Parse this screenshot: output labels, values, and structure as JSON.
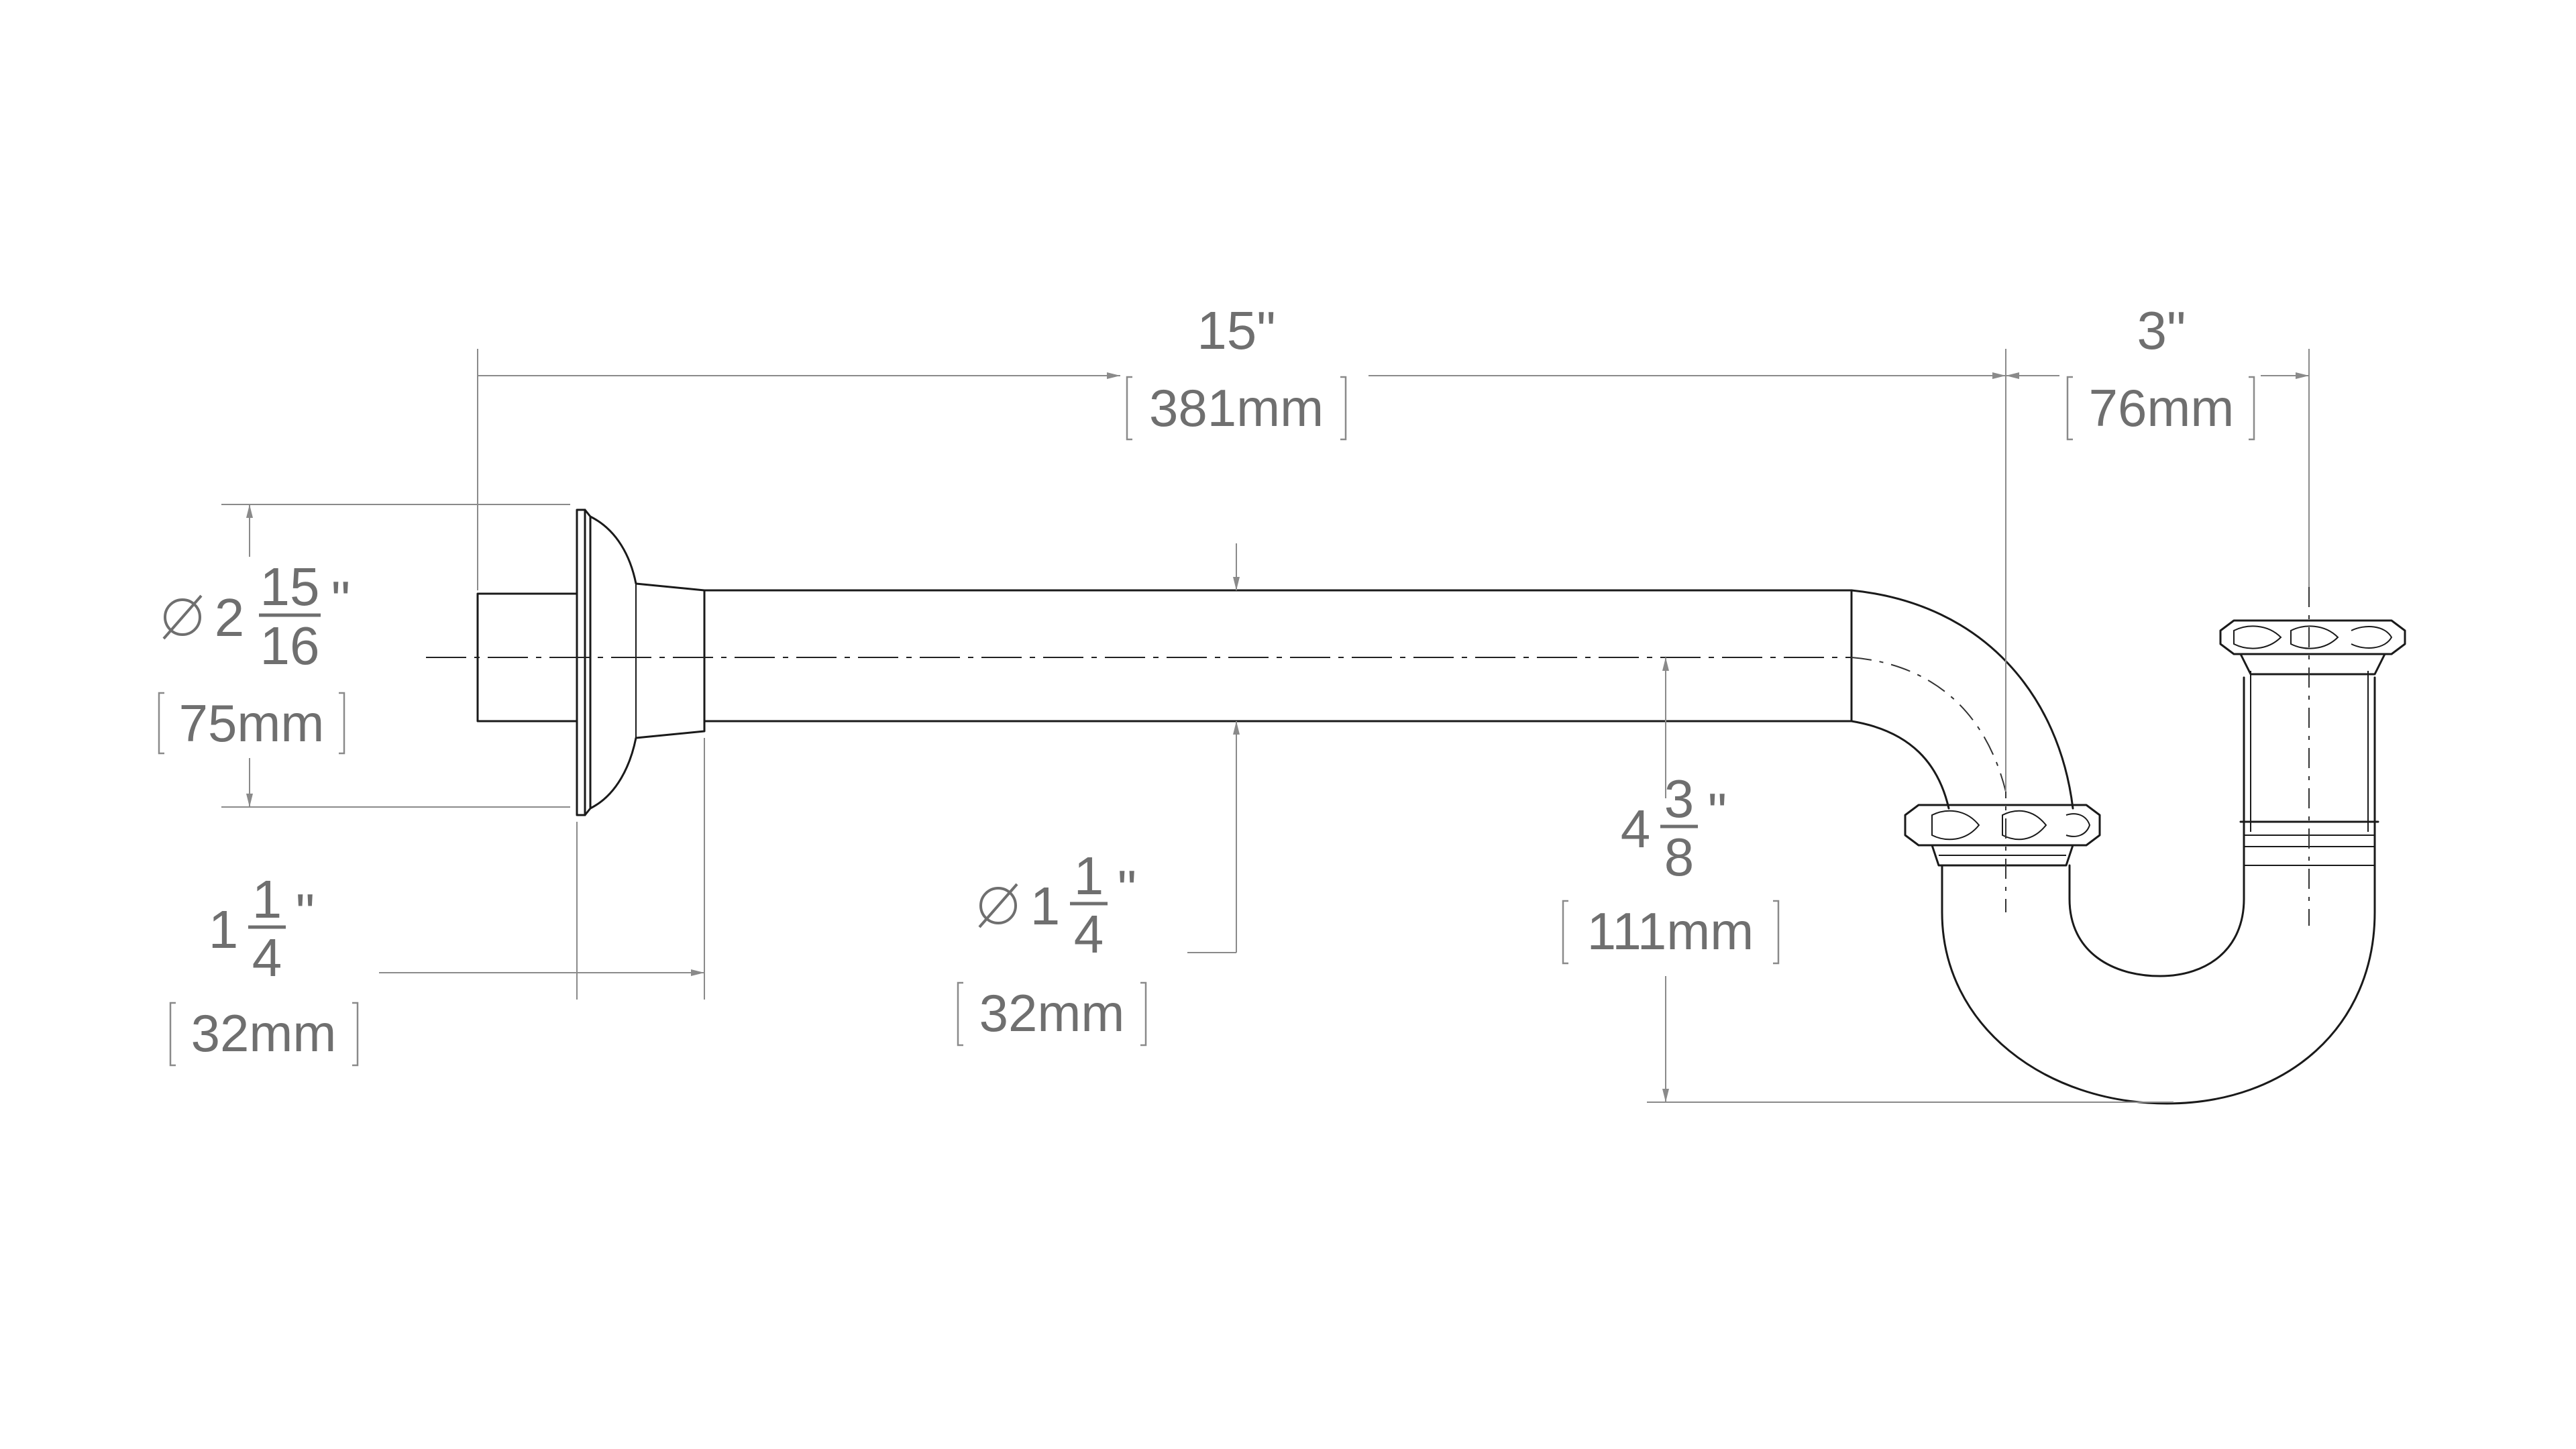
{
  "dimensions": {
    "length": {
      "imperial": "15\"",
      "metric": "381mm"
    },
    "offset": {
      "imperial": "3\"",
      "metric": "76mm"
    },
    "flange_diameter": {
      "symbol": "∅",
      "whole": "2",
      "numerator": "15",
      "denominator": "16",
      "inch_mark": "\"",
      "metric": "75mm"
    },
    "flange_depth": {
      "whole": "1",
      "numerator": "1",
      "denominator": "4",
      "inch_mark": "\"",
      "metric": "32mm"
    },
    "pipe_diameter": {
      "symbol": "∅",
      "whole": "1",
      "numerator": "1",
      "denominator": "4",
      "inch_mark": "\"",
      "metric": "32mm"
    },
    "trap_height": {
      "whole": "4",
      "numerator": "3",
      "denominator": "8",
      "inch_mark": "\"",
      "metric": "111mm"
    }
  },
  "colors": {
    "line": "#1a1a1a",
    "dimension": "#8a8a8a",
    "text": "#6f6f6f"
  }
}
